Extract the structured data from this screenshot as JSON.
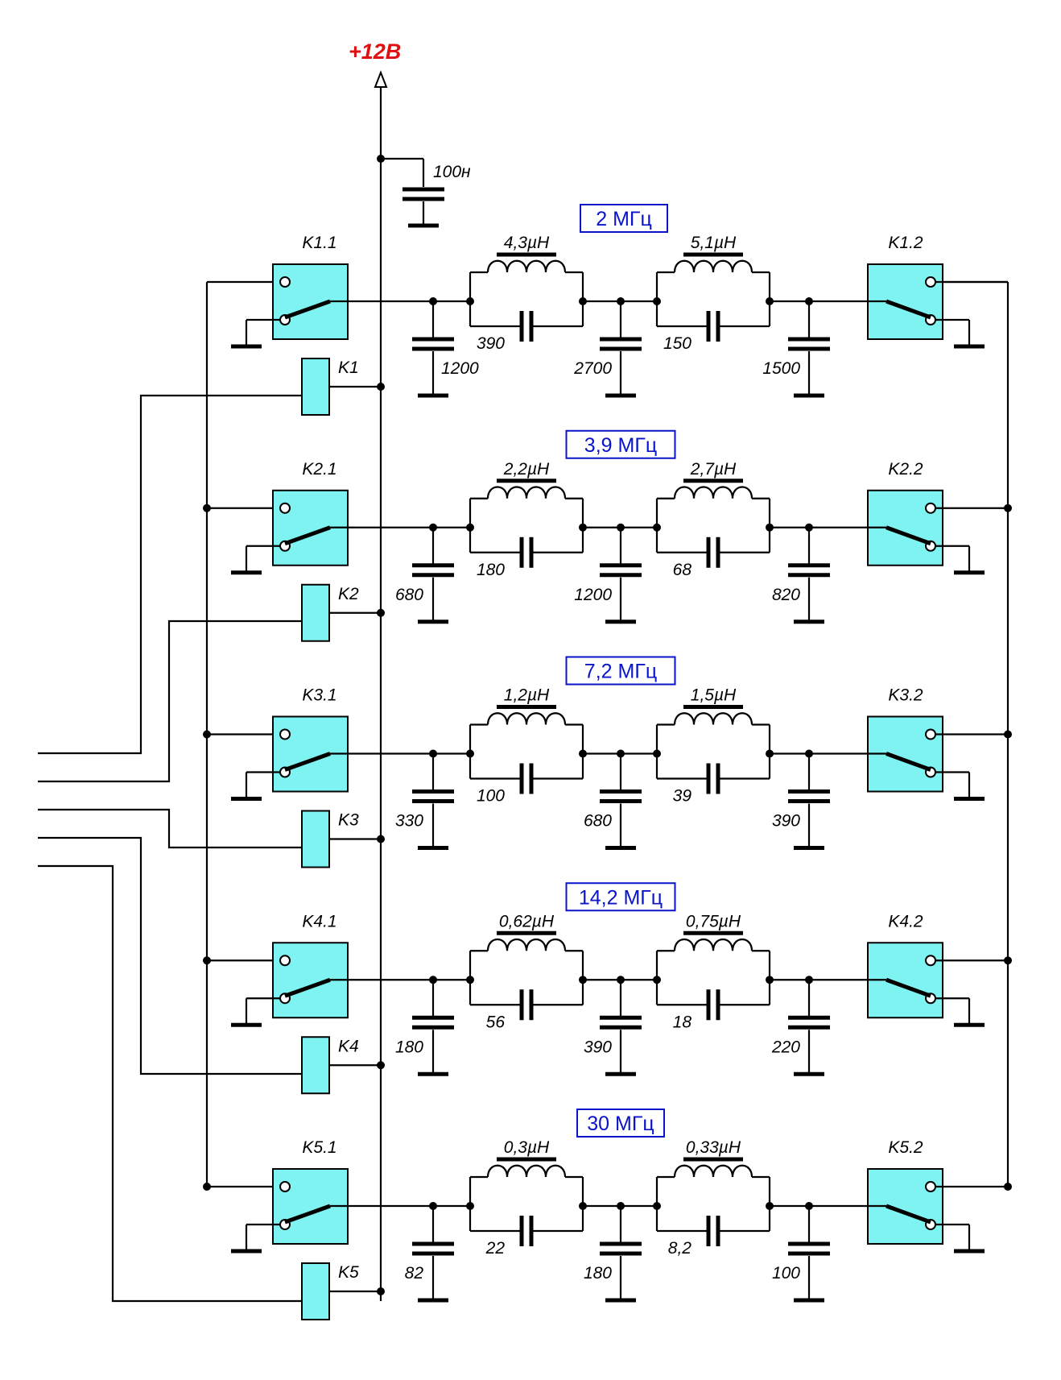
{
  "supply": {
    "label": "+12В",
    "decoupling_cap": "100н"
  },
  "stages": [
    {
      "band": "2 МГц",
      "relay_in": "K1.1",
      "relay_out": "K1.2",
      "coil": "K1",
      "l1": "4,3µH",
      "l2": "5,1µH",
      "c1_par": "390",
      "c2_par": "150",
      "c_sh1": "1200",
      "c_sh2": "2700",
      "c_sh3": "1500"
    },
    {
      "band": "3,9 МГц",
      "relay_in": "K2.1",
      "relay_out": "K2.2",
      "coil": "K2",
      "l1": "2,2µH",
      "l2": "2,7µH",
      "c1_par": "180",
      "c2_par": "68",
      "c_sh1": "680",
      "c_sh2": "1200",
      "c_sh3": "820"
    },
    {
      "band": "7,2 МГц",
      "relay_in": "K3.1",
      "relay_out": "K3.2",
      "coil": "K3",
      "l1": "1,2µH",
      "l2": "1,5µH",
      "c1_par": "100",
      "c2_par": "39",
      "c_sh1": "330",
      "c_sh2": "680",
      "c_sh3": "390"
    },
    {
      "band": "14,2 МГц",
      "relay_in": "K4.1",
      "relay_out": "K4.2",
      "coil": "K4",
      "l1": "0,62µH",
      "l2": "0,75µH",
      "c1_par": "56",
      "c2_par": "18",
      "c_sh1": "180",
      "c_sh2": "390",
      "c_sh3": "220"
    },
    {
      "band": "30 МГц",
      "relay_in": "K5.1",
      "relay_out": "K5.2",
      "coil": "K5",
      "l1": "0,3µH",
      "l2": "0,33µH",
      "c1_par": "22",
      "c2_par": "8,2",
      "c_sh1": "82",
      "c_sh2": "180",
      "c_sh3": "100"
    }
  ],
  "colors": {
    "relay_fill": "#7ff3f1",
    "band_text": "#0a14c8",
    "supply_text": "#e01010"
  }
}
